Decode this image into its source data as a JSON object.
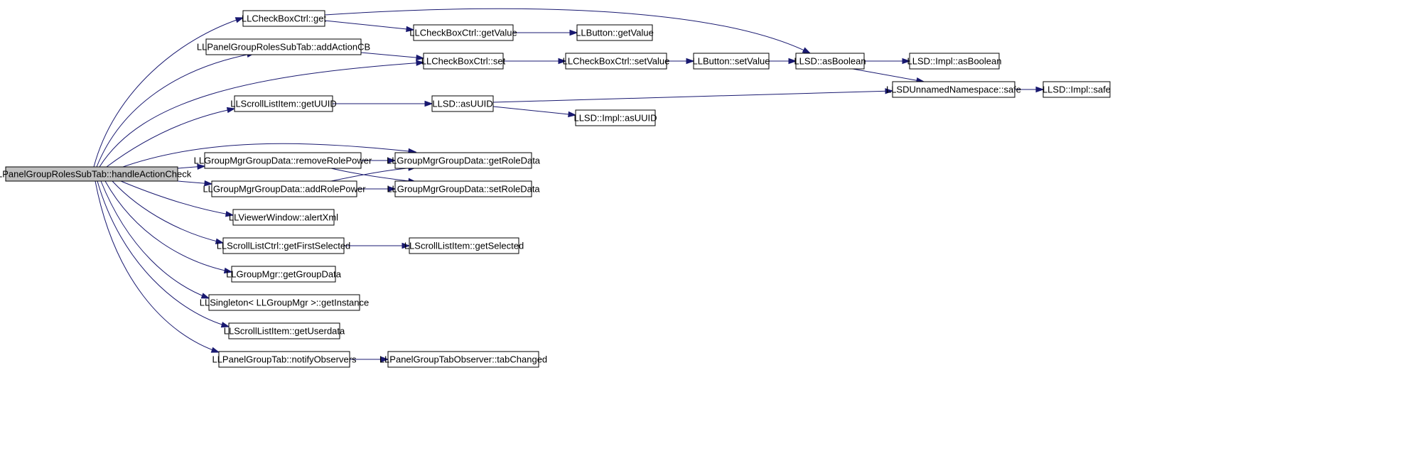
{
  "graph": {
    "root": "handleActionCheck",
    "colors": {
      "edge": "#191970",
      "root_fill": "#bfbfbf",
      "node_fill": "#ffffff",
      "node_border": "#000000"
    },
    "nodes": [
      {
        "id": "handleActionCheck",
        "label": "LLPanelGroupRolesSubTab::handleActionCheck"
      },
      {
        "id": "cb_get",
        "label": "LLCheckBoxCtrl::get"
      },
      {
        "id": "cb_getValue",
        "label": "LLCheckBoxCtrl::getValue"
      },
      {
        "id": "btn_getValue",
        "label": "LLButton::getValue"
      },
      {
        "id": "addActionCB",
        "label": "LLPanelGroupRolesSubTab::addActionCB"
      },
      {
        "id": "cb_set",
        "label": "LLCheckBoxCtrl::set"
      },
      {
        "id": "cb_setValue",
        "label": "LLCheckBoxCtrl::setValue"
      },
      {
        "id": "btn_setValue",
        "label": "LLButton::setValue"
      },
      {
        "id": "asBoolean",
        "label": "LLSD::asBoolean"
      },
      {
        "id": "impl_asBoolean",
        "label": "LLSD::Impl::asBoolean"
      },
      {
        "id": "safe",
        "label": "LLSDUnnamedNamespace::safe"
      },
      {
        "id": "impl_safe",
        "label": "LLSD::Impl::safe"
      },
      {
        "id": "sli_getUUID",
        "label": "LLScrollListItem::getUUID"
      },
      {
        "id": "asUUID",
        "label": "LLSD::asUUID"
      },
      {
        "id": "impl_asUUID",
        "label": "LLSD::Impl::asUUID"
      },
      {
        "id": "removeRolePower",
        "label": "LLGroupMgrGroupData::removeRolePower"
      },
      {
        "id": "getRoleData",
        "label": "LLGroupMgrGroupData::getRoleData"
      },
      {
        "id": "addRolePower",
        "label": "LLGroupMgrGroupData::addRolePower"
      },
      {
        "id": "setRoleData",
        "label": "LLGroupMgrGroupData::setRoleData"
      },
      {
        "id": "alertXml",
        "label": "LLViewerWindow::alertXml"
      },
      {
        "id": "getFirstSelected",
        "label": "LLScrollListCtrl::getFirstSelected"
      },
      {
        "id": "sli_getSelected",
        "label": "LLScrollListItem::getSelected"
      },
      {
        "id": "getGroupData",
        "label": "LLGroupMgr::getGroupData"
      },
      {
        "id": "getInstance",
        "label": "LLSingleton< LLGroupMgr >::getInstance"
      },
      {
        "id": "getUserdata",
        "label": "LLScrollListItem::getUserdata"
      },
      {
        "id": "notifyObservers",
        "label": "LLPanelGroupTab::notifyObservers"
      },
      {
        "id": "tabChanged",
        "label": "LLPanelGroupTabObserver::tabChanged"
      }
    ],
    "edges": [
      {
        "from": "handleActionCheck",
        "to": "cb_get"
      },
      {
        "from": "handleActionCheck",
        "to": "addActionCB"
      },
      {
        "from": "handleActionCheck",
        "to": "cb_set"
      },
      {
        "from": "handleActionCheck",
        "to": "sli_getUUID"
      },
      {
        "from": "handleActionCheck",
        "to": "getRoleData"
      },
      {
        "from": "handleActionCheck",
        "to": "removeRolePower"
      },
      {
        "from": "handleActionCheck",
        "to": "addRolePower"
      },
      {
        "from": "handleActionCheck",
        "to": "alertXml"
      },
      {
        "from": "handleActionCheck",
        "to": "getFirstSelected"
      },
      {
        "from": "handleActionCheck",
        "to": "getGroupData"
      },
      {
        "from": "handleActionCheck",
        "to": "getInstance"
      },
      {
        "from": "handleActionCheck",
        "to": "getUserdata"
      },
      {
        "from": "handleActionCheck",
        "to": "notifyObservers"
      },
      {
        "from": "cb_get",
        "to": "cb_getValue"
      },
      {
        "from": "cb_get",
        "to": "asBoolean"
      },
      {
        "from": "cb_getValue",
        "to": "btn_getValue"
      },
      {
        "from": "addActionCB",
        "to": "cb_set"
      },
      {
        "from": "cb_set",
        "to": "cb_setValue"
      },
      {
        "from": "cb_setValue",
        "to": "btn_setValue"
      },
      {
        "from": "btn_setValue",
        "to": "asBoolean"
      },
      {
        "from": "asBoolean",
        "to": "impl_asBoolean"
      },
      {
        "from": "asBoolean",
        "to": "safe"
      },
      {
        "from": "safe",
        "to": "impl_safe"
      },
      {
        "from": "sli_getUUID",
        "to": "asUUID"
      },
      {
        "from": "asUUID",
        "to": "safe"
      },
      {
        "from": "asUUID",
        "to": "impl_asUUID"
      },
      {
        "from": "removeRolePower",
        "to": "getRoleData"
      },
      {
        "from": "removeRolePower",
        "to": "setRoleData"
      },
      {
        "from": "addRolePower",
        "to": "getRoleData"
      },
      {
        "from": "addRolePower",
        "to": "setRoleData"
      },
      {
        "from": "getFirstSelected",
        "to": "sli_getSelected"
      },
      {
        "from": "notifyObservers",
        "to": "tabChanged"
      }
    ]
  }
}
